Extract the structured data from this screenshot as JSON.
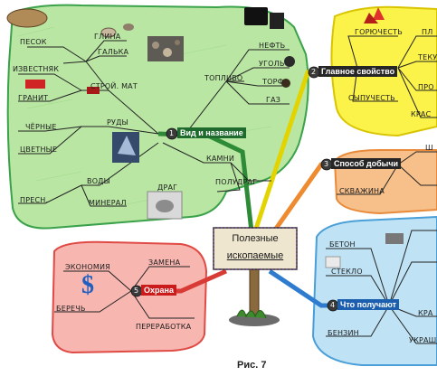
{
  "center": {
    "line1": "Полезные",
    "line2": "ископаемые"
  },
  "caption": "Рис. 7",
  "branches": {
    "name": {
      "num": "1",
      "label": "Вид и название",
      "words": {
        "pesok": "ПЕСОК",
        "glina": "ГЛИНА",
        "galka": "ГАЛЬКА",
        "izvestnyak": "ИЗВЕСТНЯК",
        "granit": "ГРАНИТ",
        "stroy": "СТРОЙ. МАТ",
        "toplivo": "ТОПЛИВО",
        "neft": "НЕФТЬ",
        "ugol": "УГОЛЬ",
        "torf": "ТОРФ",
        "gaz": "ГАЗ",
        "rudy": "РУДЫ",
        "chernye": "ЧЁРНЫЕ",
        "tsvetnye": "ЦВЕТНЫЕ",
        "kamni": "КАМНИ",
        "dragocennye": "ДРАГ",
        "poludrag": "ПОЛУДРАГ",
        "vody": "ВОДЫ",
        "presnye": "ПРЕСН.",
        "mineral": "МИНЕРАЛ"
      }
    },
    "property": {
      "num": "2",
      "label": "Главное свойство",
      "words": {
        "goryuchest": "ГОРЮЧЕСТЬ",
        "sypuchest": "СЫПУЧЕСТЬ",
        "pl": "ПЛ",
        "tek": "ТЕКУ",
        "pro": "ПРО",
        "kra": "КРАС"
      }
    },
    "extraction": {
      "num": "3",
      "label": "Способ добычи",
      "words": {
        "skvazhina": "СКВАЖИНА",
        "sh": "Ш"
      }
    },
    "obtained": {
      "num": "4",
      "label": "Что получают",
      "words": {
        "beton": "БЕТОН",
        "steklo": "СТЕКЛО",
        "benzin": "БЕНЗИН",
        "kra": "КРА",
        "ukra": "УКРАШ"
      }
    },
    "protection": {
      "num": "5",
      "label": "Охрана",
      "words": {
        "ekonomiya": "ЭКОНОМИЯ",
        "zamena": "ЗАМЕНА",
        "berech": "БЕРЕЧЬ",
        "pererabotka": "ПЕРЕРАБОТКА"
      }
    }
  },
  "colors": {
    "green_zone": "#b9e6a3",
    "yellow_zone": "#fbf24a",
    "orange_zone": "#f7c08a",
    "blue_zone": "#bfe3f5",
    "red_zone": "#f7b6b0",
    "label1": "#1e6b2d",
    "label2": "#262626",
    "label3": "#262626",
    "label4": "#1c5fae",
    "label5": "#cc1b1b"
  },
  "icons": [
    "stones-icon",
    "coal-pile-icon",
    "oil-barrel-icon",
    "brick-icon",
    "crystal-icon",
    "dollar-icon",
    "flower-icon"
  ]
}
